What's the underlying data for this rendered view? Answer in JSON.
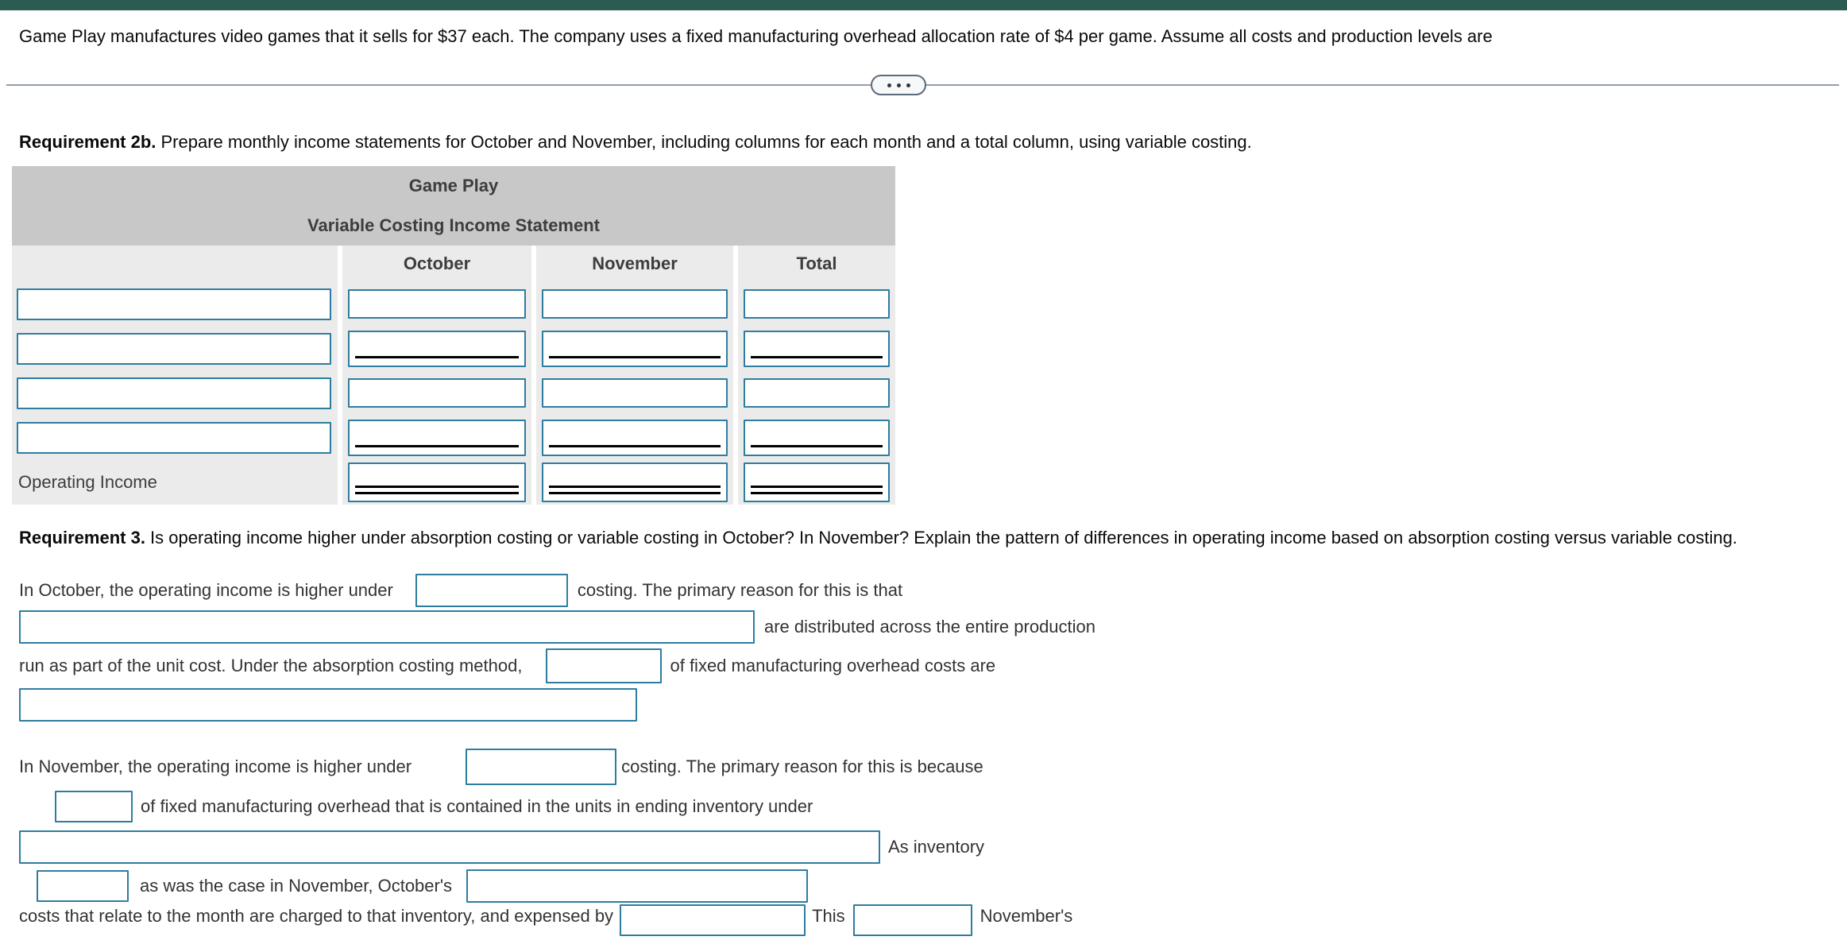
{
  "intro": {
    "text": "Game Play manufactures video games that it sells for $37 each. The company uses a fixed manufacturing overhead allocation rate of $4 per game. Assume all costs and production levels are"
  },
  "divider": {
    "ellipsis_icon": "more-ellipsis"
  },
  "requirement_2b": {
    "label": "Requirement 2b.",
    "text": " Prepare monthly income statements for October and November, including columns for each month and a total column, using variable costing."
  },
  "statement_table": {
    "title_company": "Game Play",
    "title_statement": "Variable Costing Income Statement",
    "column_headers": [
      "October",
      "November",
      "Total"
    ],
    "operating_income_label": "Operating Income",
    "input_values": {
      "rows": [
        [
          "",
          "",
          "",
          ""
        ],
        [
          "",
          "",
          "",
          ""
        ],
        [
          "",
          "",
          "",
          ""
        ],
        [
          "",
          "",
          "",
          ""
        ]
      ],
      "operating_income": [
        "",
        "",
        ""
      ]
    }
  },
  "requirement_3": {
    "label": "Requirement 3.",
    "text": " Is operating income higher under absorption costing or variable costing in October? In November? Explain the pattern of differences in operating income based on absorption costing versus variable costing."
  },
  "answer_october": {
    "part1": "In October, the operating income is higher under",
    "part2": "costing. The primary reason for this is that",
    "part3": "are distributed across the entire production",
    "part4": "run as part of the unit cost. Under the absorption costing method,",
    "part5": "of fixed manufacturing overhead costs are",
    "inputs": {
      "costing_method": "",
      "reason": "",
      "portion": "",
      "deferred": ""
    }
  },
  "answer_november": {
    "part1": "In November, the operating income is higher under",
    "part2": "costing. The primary reason for this is because",
    "part3": "of fixed manufacturing overhead that is contained in the units in ending inventory under",
    "part4": "As inventory",
    "part5": "as was the case in November, October's",
    "inputs": {
      "costing_method": "",
      "portion": "",
      "explanation": "",
      "inventory_change": "",
      "october_costs": ""
    }
  },
  "clipped_line": {
    "fragment": "costs that relate to the month are charged to that inventory, and expensed by",
    "word_this": "This",
    "word_november": "November's",
    "inputs": {
      "expensed_by": "",
      "effect": ""
    }
  }
}
